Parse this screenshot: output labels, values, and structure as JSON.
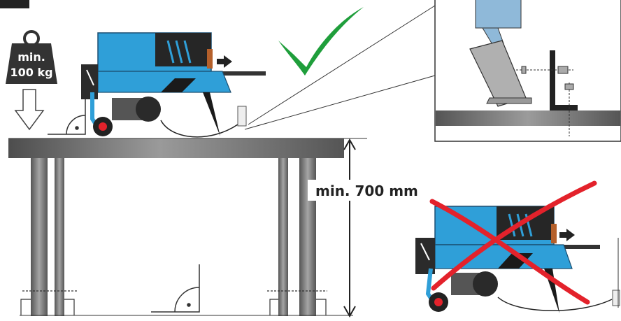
{
  "weight": {
    "line1": "min.",
    "line2": "100 kg"
  },
  "height": {
    "label": "min. 700 mm"
  },
  "colors": {
    "machine_blue": "#2f9fd8",
    "table_gray": "#6f6f6f",
    "check_green": "#1f9e3b",
    "cross_red": "#e3222b"
  },
  "icons": {
    "check": "checkmark-icon",
    "cross": "cross-icon",
    "weight": "weight-icon",
    "arrow_down": "arrow-down-icon"
  }
}
